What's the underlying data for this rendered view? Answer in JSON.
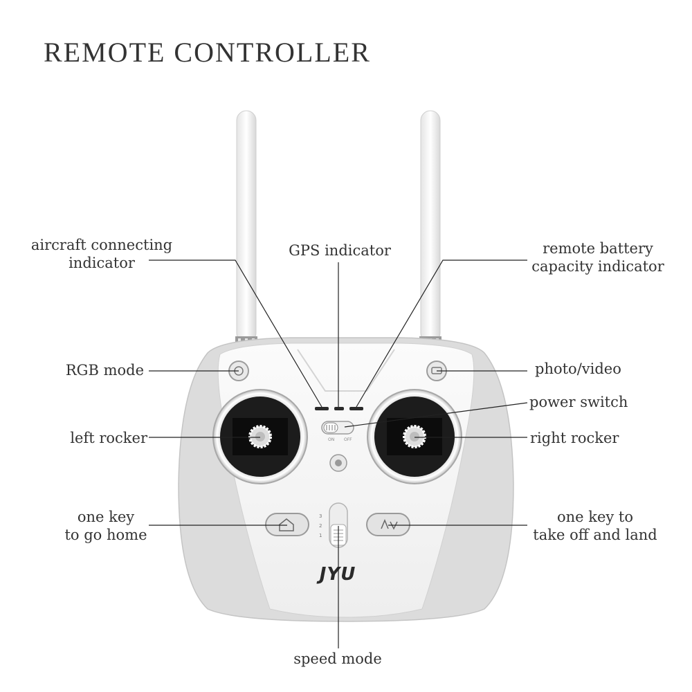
{
  "title": "REMOTE CONTROLLER",
  "brand_logo": "JYU",
  "switch_labels": {
    "on": "ON",
    "off": "OFF"
  },
  "speed_marks": [
    "3",
    "2",
    "1"
  ],
  "labels": {
    "aircraft_connecting": [
      "aircraft connecting",
      "indicator"
    ],
    "gps": "GPS indicator",
    "remote_battery": [
      "remote battery",
      "capacity indicator"
    ],
    "rgb_mode": "RGB mode",
    "photo_video": "photo/video",
    "power_switch": "power switch",
    "left_rocker": "left rocker",
    "right_rocker": "right rocker",
    "go_home": [
      "one key",
      "to go home"
    ],
    "take_off_land": [
      "one key to",
      "take off and land"
    ],
    "speed_mode": "speed mode"
  },
  "colors": {
    "body": "#f4f4f4",
    "side_grip": "#dadada",
    "stick_well": "#1a1a1a",
    "leader_line": "#222222",
    "text": "#333333"
  }
}
